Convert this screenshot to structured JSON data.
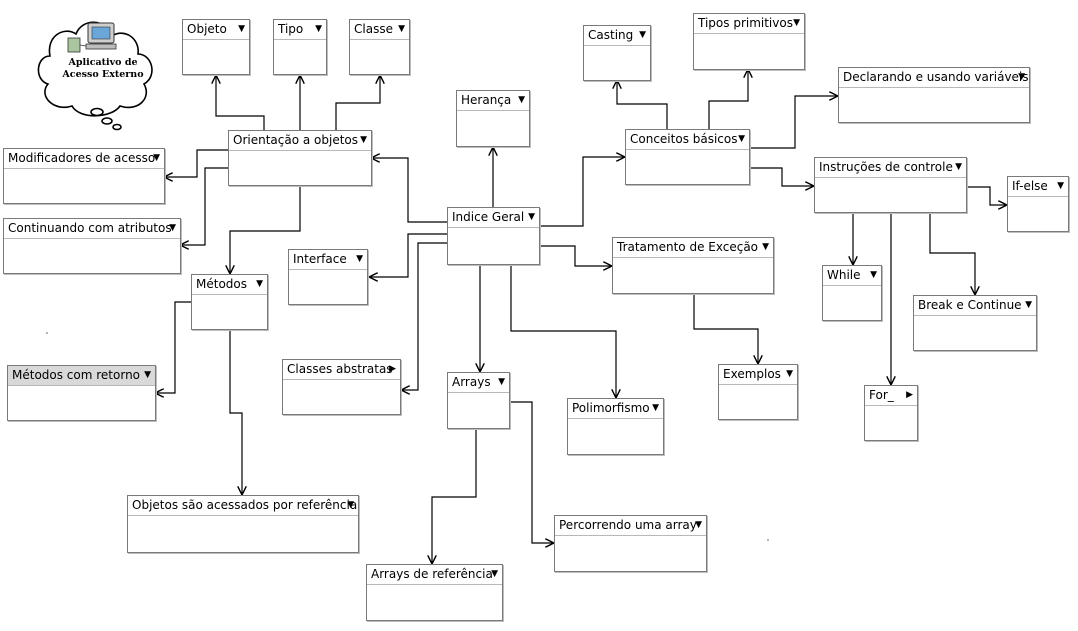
{
  "logo": {
    "line1": "Aplicativo de",
    "line2": "Acesso Externo",
    "icon": "computer-icon"
  },
  "nodes": {
    "objeto": "Objeto",
    "tipo": "Tipo",
    "classe": "Classe",
    "casting": "Casting",
    "tipos_primitivos": "Tipos primitivos",
    "declarando": "Declarando e usando variáveis",
    "heranca": "Herança",
    "conceitos_basicos": "Conceitos básicos",
    "orientacao": "Orientação a objetos",
    "modificadores": "Modificadores de acesso",
    "instrucoes": "Instruções de controle",
    "if_else": "If-else",
    "indice_geral": "Indice Geral",
    "continuando": "Continuando com atributos",
    "interface": "Interface",
    "tratamento": "Tratamento de Exceção",
    "while": "While",
    "metodos": "Métodos",
    "break_continue": "Break e Continue",
    "metodos_retorno": "Métodos com retorno",
    "classes_abstratas": "Classes abstratas",
    "arrays": "Arrays",
    "exemplos": "Exemplos",
    "for": "For_",
    "polimorfismo": "Polimorfismo",
    "objetos_referencia": "Objetos são acessados por referência",
    "percorrendo": "Percorrendo uma array",
    "arrays_referencia": "Arrays de referência"
  }
}
